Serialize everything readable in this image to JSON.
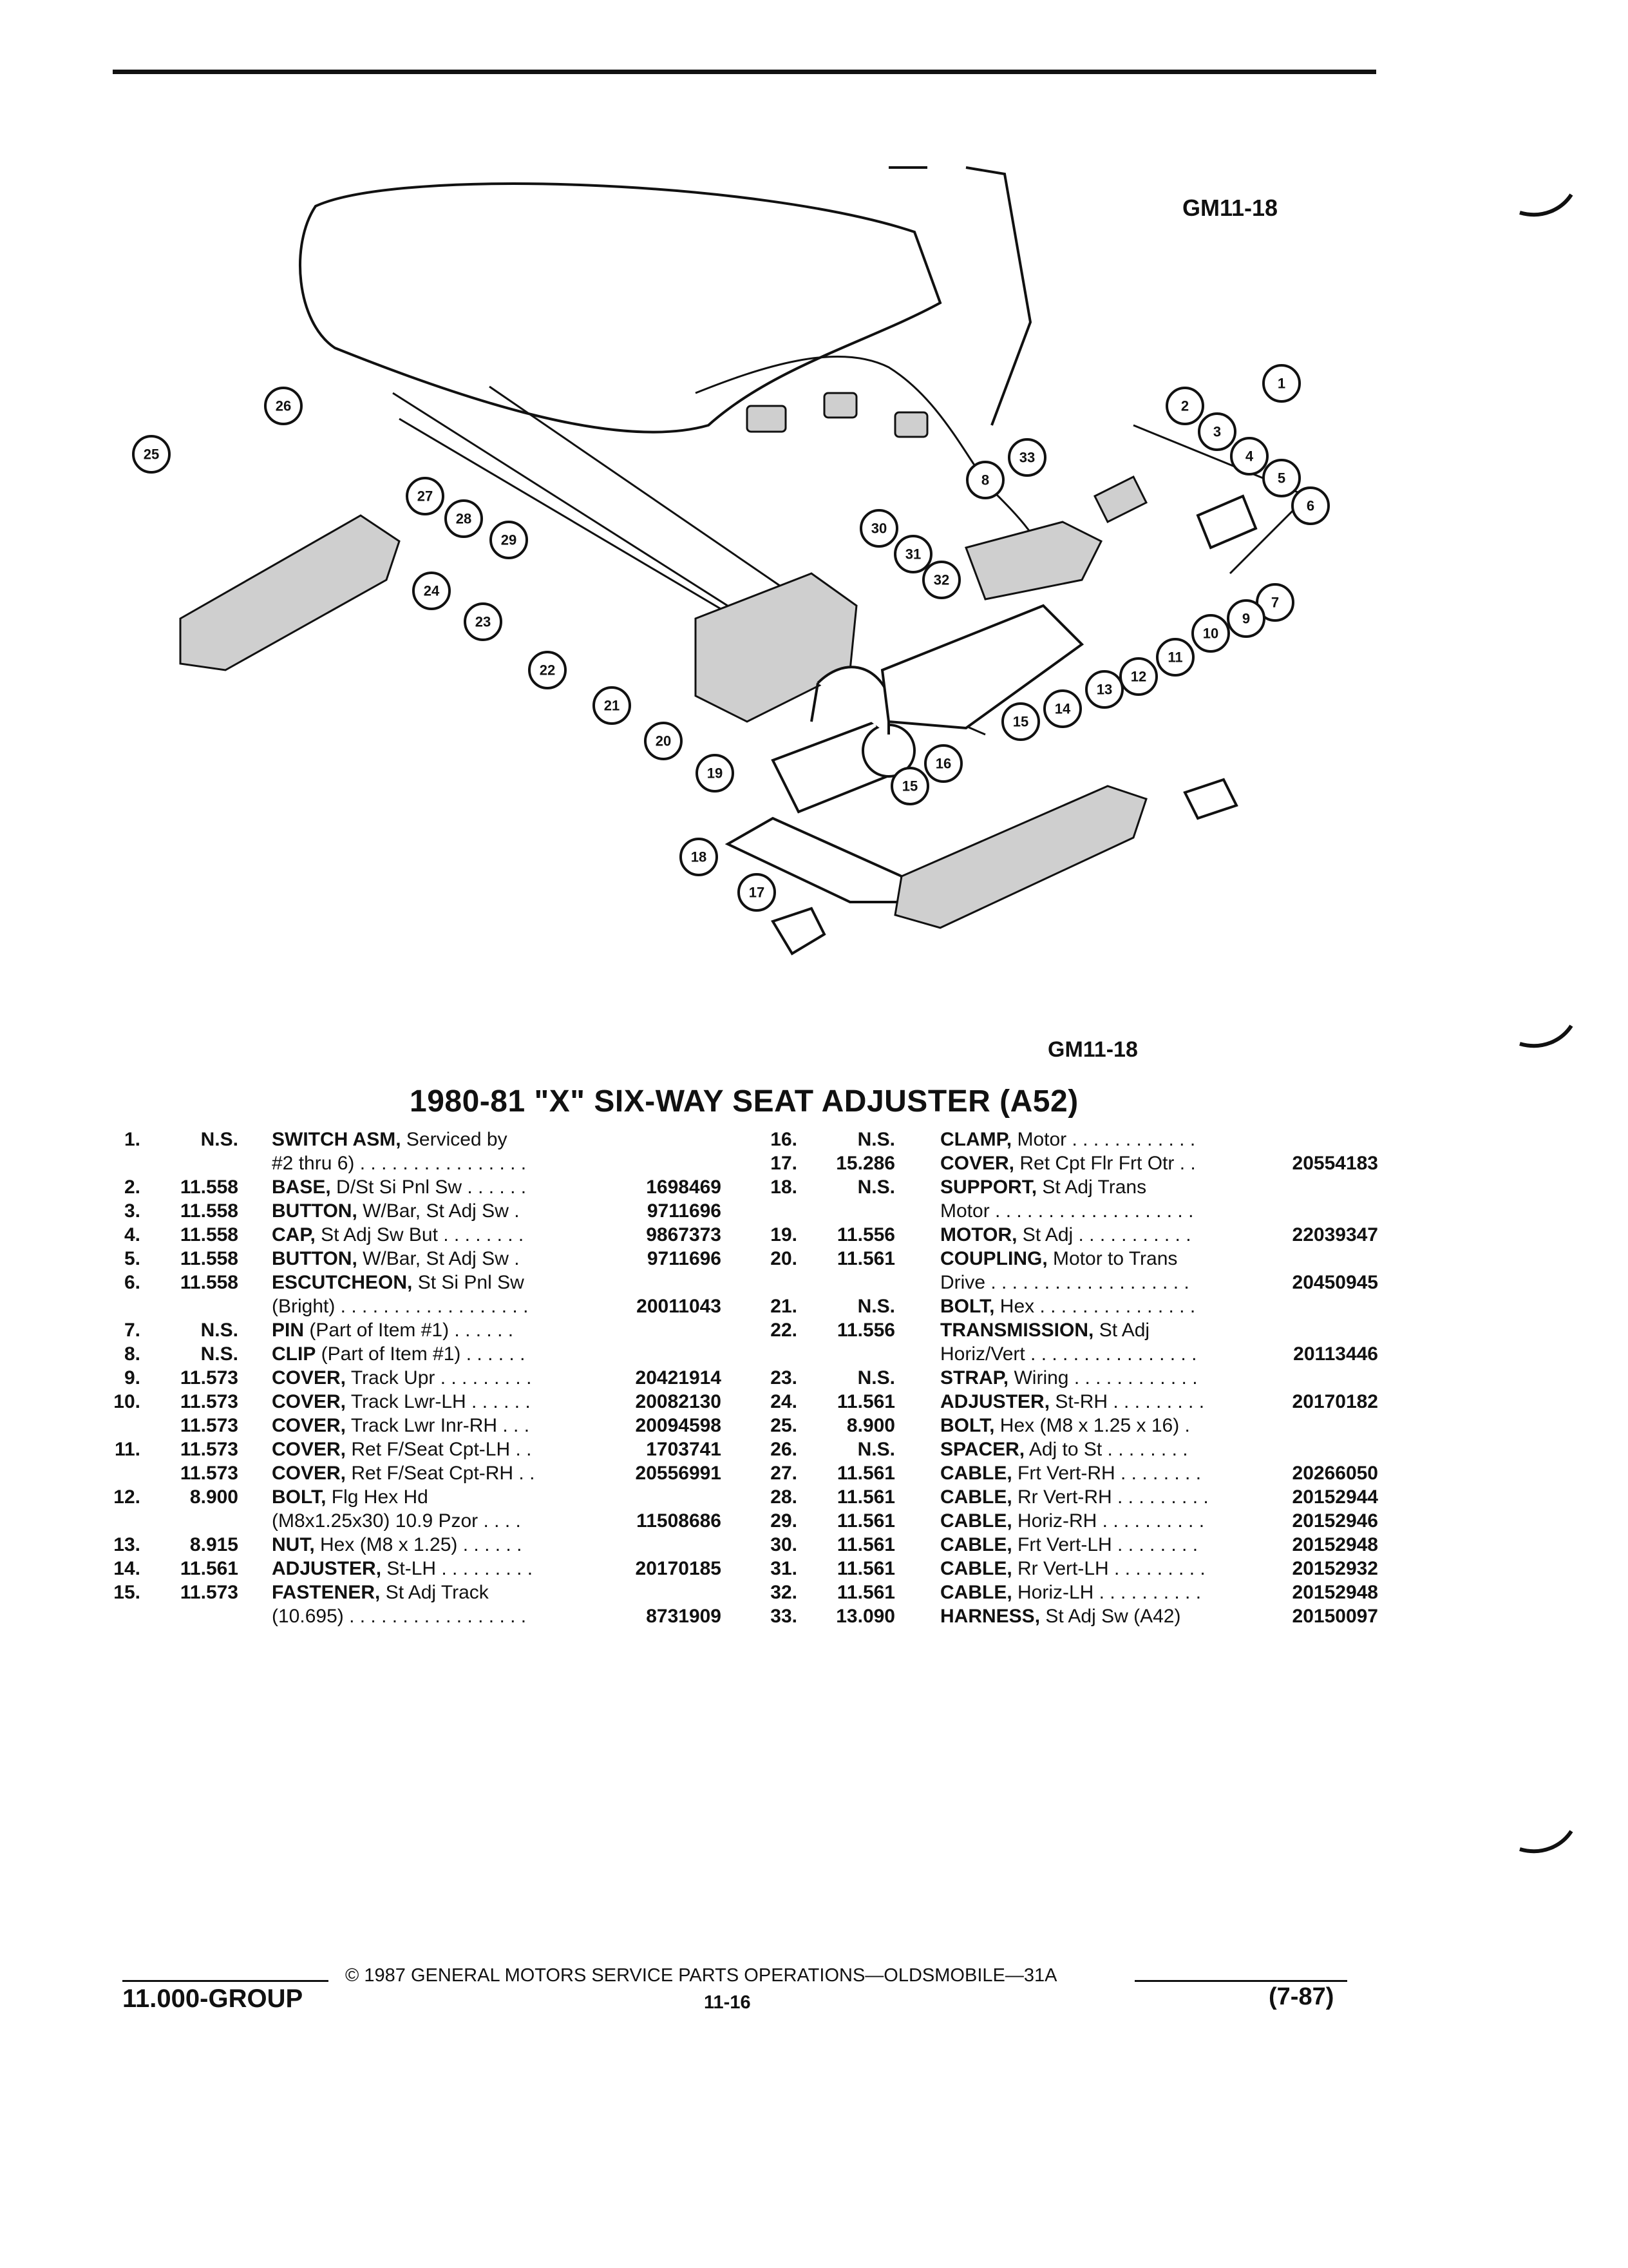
{
  "figure": {
    "code_top": "GM11-18",
    "code_bottom": "GM11-18",
    "callouts": [
      "1",
      "2",
      "3",
      "4",
      "5",
      "6",
      "7",
      "8",
      "9",
      "10",
      "11",
      "12",
      "13",
      "14",
      "15",
      "15",
      "16",
      "17",
      "18",
      "19",
      "20",
      "21",
      "22",
      "23",
      "24",
      "25",
      "26",
      "27",
      "28",
      "29",
      "30",
      "31",
      "32",
      "33"
    ]
  },
  "title": "1980-81 \"X\" SIX-WAY SEAT ADJUSTER (A52)",
  "parts_left": [
    {
      "num": "1.",
      "group": "N.S.",
      "name": "SWITCH ASM,",
      "desc": " Serviced by",
      "pn": ""
    },
    {
      "num": "",
      "group": "",
      "name": "",
      "desc": "#2 thru 6) . . . . . . . . . . . . . . . .",
      "pn": ""
    },
    {
      "num": "2.",
      "group": "11.558",
      "name": "BASE,",
      "desc": " D/St Si Pnl Sw . . . . . .",
      "pn": "1698469"
    },
    {
      "num": "3.",
      "group": "11.558",
      "name": "BUTTON,",
      "desc": " W/Bar, St Adj Sw .",
      "pn": "9711696"
    },
    {
      "num": "4.",
      "group": "11.558",
      "name": "CAP,",
      "desc": " St Adj Sw But . . . . . . . .",
      "pn": "9867373"
    },
    {
      "num": "5.",
      "group": "11.558",
      "name": "BUTTON,",
      "desc": " W/Bar, St Adj Sw .",
      "pn": "9711696"
    },
    {
      "num": "6.",
      "group": "11.558",
      "name": "ESCUTCHEON,",
      "desc": " St Si Pnl Sw",
      "pn": ""
    },
    {
      "num": "",
      "group": "",
      "name": "",
      "desc": "(Bright) . . . . . . . . . . . . . . . . . .",
      "pn": "20011043"
    },
    {
      "num": "7.",
      "group": "N.S.",
      "name": "PIN",
      "desc": " (Part of Item #1) . . . . . .",
      "pn": ""
    },
    {
      "num": "8.",
      "group": "N.S.",
      "name": "CLIP",
      "desc": " (Part of Item #1) . . . . . .",
      "pn": ""
    },
    {
      "num": "9.",
      "group": "11.573",
      "name": "COVER,",
      "desc": " Track Upr . . . . . . . . .",
      "pn": "20421914"
    },
    {
      "num": "10.",
      "group": "11.573",
      "name": "COVER,",
      "desc": " Track Lwr-LH . . . . . .",
      "pn": "20082130"
    },
    {
      "num": "",
      "group": "11.573",
      "name": "COVER,",
      "desc": " Track Lwr Inr-RH . . .",
      "pn": "20094598"
    },
    {
      "num": "11.",
      "group": "11.573",
      "name": "COVER,",
      "desc": " Ret F/Seat Cpt-LH . .",
      "pn": "1703741"
    },
    {
      "num": "",
      "group": "11.573",
      "name": "COVER,",
      "desc": " Ret F/Seat Cpt-RH . .",
      "pn": "20556991"
    },
    {
      "num": "12.",
      "group": "8.900",
      "name": "BOLT,",
      "desc": " Flg Hex Hd",
      "pn": ""
    },
    {
      "num": "",
      "group": "",
      "name": "",
      "desc": "(M8x1.25x30) 10.9 Pzor . . . .",
      "pn": "11508686"
    },
    {
      "num": "13.",
      "group": "8.915",
      "name": "NUT,",
      "desc": " Hex (M8 x 1.25) . . . . . .",
      "pn": ""
    },
    {
      "num": "14.",
      "group": "11.561",
      "name": "ADJUSTER,",
      "desc": " St-LH . . . . . . . . .",
      "pn": "20170185"
    },
    {
      "num": "15.",
      "group": "11.573",
      "name": "FASTENER,",
      "desc": " St Adj Track",
      "pn": ""
    },
    {
      "num": "",
      "group": "",
      "name": "",
      "desc": "(10.695) . . . . . . . . . . . . . . . . .",
      "pn": "8731909"
    }
  ],
  "parts_right": [
    {
      "num": "16.",
      "group": "N.S.",
      "name": "CLAMP,",
      "desc": " Motor . . . . . . . . . . . .",
      "pn": ""
    },
    {
      "num": "17.",
      "group": "15.286",
      "name": "COVER,",
      "desc": " Ret Cpt Flr Frt Otr . .",
      "pn": "20554183"
    },
    {
      "num": "18.",
      "group": "N.S.",
      "name": "SUPPORT,",
      "desc": " St Adj Trans",
      "pn": ""
    },
    {
      "num": "",
      "group": "",
      "name": "",
      "desc": "Motor . . . . . . . . . . . . . . . . . . .",
      "pn": ""
    },
    {
      "num": "19.",
      "group": "11.556",
      "name": "MOTOR,",
      "desc": " St Adj . . . . . . . . . . .",
      "pn": "22039347"
    },
    {
      "num": "20.",
      "group": "11.561",
      "name": "COUPLING,",
      "desc": " Motor to Trans",
      "pn": ""
    },
    {
      "num": "",
      "group": "",
      "name": "",
      "desc": "Drive . . . . . . . . . . . . . . . . . . .",
      "pn": "20450945"
    },
    {
      "num": "21.",
      "group": "N.S.",
      "name": "BOLT,",
      "desc": " Hex . . . . . . . . . . . . . . .",
      "pn": ""
    },
    {
      "num": "22.",
      "group": "11.556",
      "name": "TRANSMISSION,",
      "desc": " St Adj",
      "pn": ""
    },
    {
      "num": "",
      "group": "",
      "name": "",
      "desc": "Horiz/Vert . . . . . . . . . . . . . . . .",
      "pn": "20113446"
    },
    {
      "num": "23.",
      "group": "N.S.",
      "name": "STRAP,",
      "desc": " Wiring . . . . . . . . . . . .",
      "pn": ""
    },
    {
      "num": "24.",
      "group": "11.561",
      "name": "ADJUSTER,",
      "desc": " St-RH . . . . . . . . .",
      "pn": "20170182"
    },
    {
      "num": "25.",
      "group": "8.900",
      "name": "BOLT,",
      "desc": " Hex (M8 x 1.25 x 16) .",
      "pn": ""
    },
    {
      "num": "26.",
      "group": "N.S.",
      "name": "SPACER,",
      "desc": " Adj to St . . . . . . . .",
      "pn": ""
    },
    {
      "num": "27.",
      "group": "11.561",
      "name": "CABLE,",
      "desc": " Frt Vert-RH . . . . . . . .",
      "pn": "20266050"
    },
    {
      "num": "28.",
      "group": "11.561",
      "name": "CABLE,",
      "desc": " Rr Vert-RH . . . . . . . . .",
      "pn": "20152944"
    },
    {
      "num": "29.",
      "group": "11.561",
      "name": "CABLE,",
      "desc": " Horiz-RH . . . . . . . . . .",
      "pn": "20152946"
    },
    {
      "num": "30.",
      "group": "11.561",
      "name": "CABLE,",
      "desc": " Frt Vert-LH . . . . . . . .",
      "pn": "20152948"
    },
    {
      "num": "31.",
      "group": "11.561",
      "name": "CABLE,",
      "desc": " Rr Vert-LH . . . . . . . . .",
      "pn": "20152932"
    },
    {
      "num": "32.",
      "group": "11.561",
      "name": "CABLE,",
      "desc": " Horiz-LH . . . . . . . . . .",
      "pn": "20152948"
    },
    {
      "num": "33.",
      "group": "13.090",
      "name": "HARNESS,",
      "desc": " St Adj Sw (A42)",
      "pn": "20150097"
    }
  ],
  "footer": {
    "copyright": "© 1987 GENERAL MOTORS SERVICE PARTS OPERATIONS—OLDSMOBILE—31A",
    "group": "11.000-GROUP",
    "page": "11-16",
    "date": "(7-87)"
  }
}
